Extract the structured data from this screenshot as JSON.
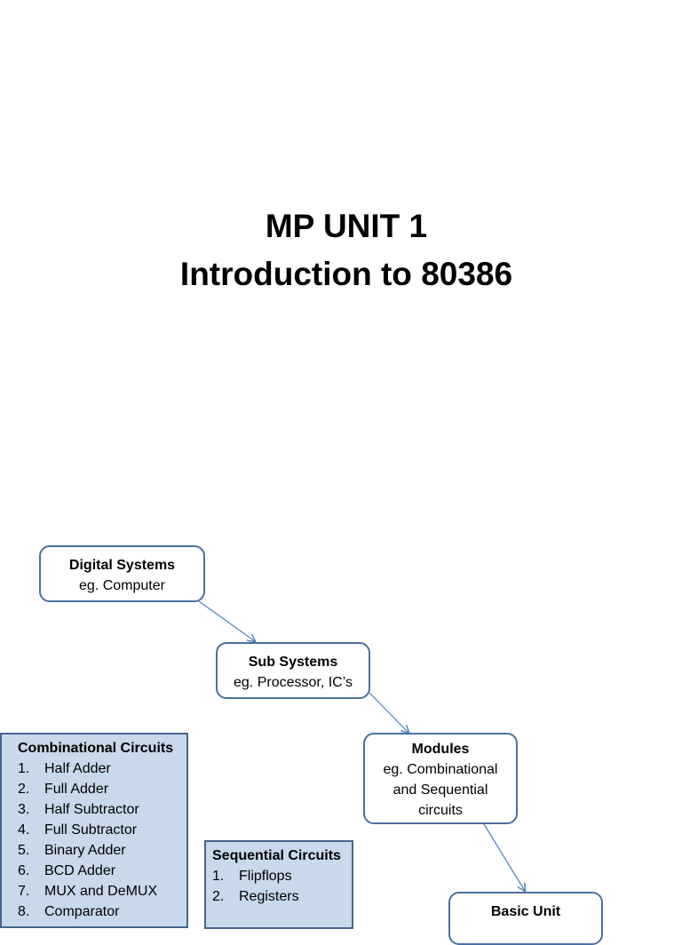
{
  "title": {
    "line1": "MP UNIT 1",
    "line2": "Introduction to 80386"
  },
  "nodes": [
    {
      "heading": "Digital Systems",
      "sub": "eg. Computer"
    },
    {
      "heading": "Sub Systems",
      "sub": "eg. Processor, IC’s"
    },
    {
      "heading": "Modules",
      "sub": "eg. Combinational and Sequential circuits"
    },
    {
      "heading": "Basic Unit",
      "sub": ""
    }
  ],
  "combinational": {
    "heading": "Combinational Circuits",
    "items": [
      {
        "n": "1.",
        "t": "Half Adder"
      },
      {
        "n": "2.",
        "t": "Full Adder"
      },
      {
        "n": "3.",
        "t": "Half Subtractor"
      },
      {
        "n": "4.",
        "t": "Full Subtractor"
      },
      {
        "n": "5.",
        "t": "Binary Adder"
      },
      {
        "n": "6.",
        "t": "BCD Adder"
      },
      {
        "n": "7.",
        "t": "MUX and DeMUX"
      },
      {
        "n": "8.",
        "t": "Comparator"
      }
    ]
  },
  "sequential": {
    "heading": "Sequential Circuits",
    "items": [
      {
        "n": "1.",
        "t": "Flipflops"
      },
      {
        "n": "2.",
        "t": "Registers"
      }
    ]
  },
  "colors": {
    "border": "#4a6fa0",
    "fill": "#c9d8ea",
    "arrow": "#4f81bd"
  }
}
